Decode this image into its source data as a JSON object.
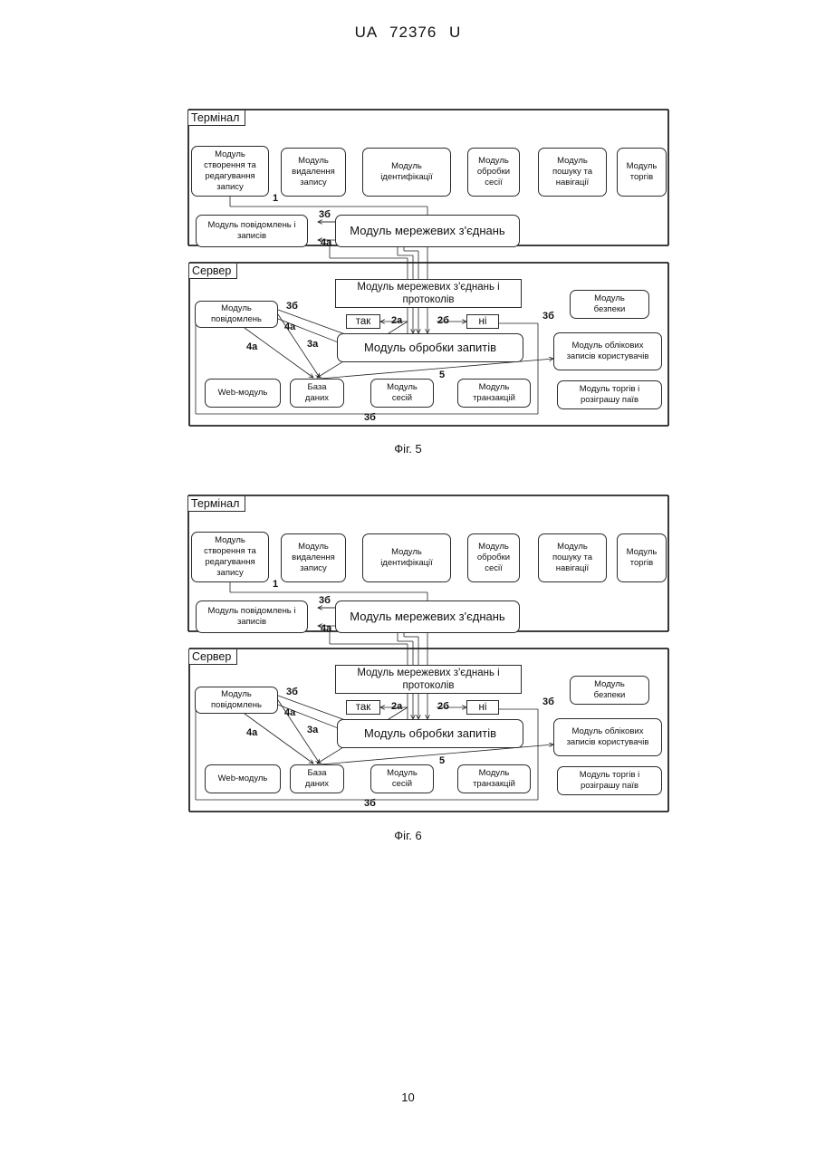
{
  "header": "UA   72376   U",
  "page_number": "10",
  "figures": [
    {
      "caption": "Фіг. 5",
      "terminal": {
        "title": "Термінал",
        "modules": [
          "Модуль\nстворення та\nредагування\nзапису",
          "Модуль\nвидалення\nзапису",
          "Модуль\nідентифікації",
          "Модуль\nобробки\nсесії",
          "Модуль\nпошуку та\nнавігації",
          "Модуль\nторгів"
        ],
        "messages_module": "Модуль повідомлень і\nзаписів",
        "network_module": "Модуль мережевих з'єднань"
      },
      "server": {
        "title": "Сервер",
        "network_protocols": "Модуль мережевих з'єднань і\nпротоколів",
        "security": "Модуль\nбезпеки",
        "messages": "Модуль\nповідомлень",
        "request_processing": "Модуль обробки запитів",
        "yes": "так",
        "no": "ні",
        "user_accounts": "Модуль облікових\nзаписів користувачів",
        "web": "Web-модуль",
        "database": "База\nданих",
        "sessions": "Модуль\nсесій",
        "transactions": "Модуль\nтранзакцій",
        "auctions": "Модуль торгів і\nрозіграшу паїв"
      },
      "arrows": {
        "a1": "1",
        "a3b_t": "3б",
        "a4a_t": "4а",
        "a3b_s": "3б",
        "a4a_s1": "4а",
        "a4a_s2": "4а",
        "a3a": "3а",
        "a2a": "2а",
        "a2b": "2б",
        "a3b_r": "3б",
        "a5": "5",
        "a3b_b": "3б"
      }
    },
    {
      "caption": "Фіг. 6",
      "terminal": {
        "title": "Термінал",
        "modules": [
          "Модуль\nстворення та\nредагування\nзапису",
          "Модуль\nвидалення\nзапису",
          "Модуль\nідентифікації",
          "Модуль\nобробки\nсесії",
          "Модуль\nпошуку та\nнавігації",
          "Модуль\nторгів"
        ],
        "messages_module": "Модуль повідомлень і\nзаписів",
        "network_module": "Модуль мережевих з'єднань"
      },
      "server": {
        "title": "Сервер",
        "network_protocols": "Модуль мережевих з'єднань і\nпротоколів",
        "security": "Модуль\nбезпеки",
        "messages": "Модуль\nповідомлень",
        "request_processing": "Модуль обробки запитів",
        "yes": "так",
        "no": "ні",
        "user_accounts": "Модуль облікових\nзаписів користувачів",
        "web": "Web-модуль",
        "database": "База\nданих",
        "sessions": "Модуль\nсесій",
        "transactions": "Модуль\nтранзакцій",
        "auctions": "Модуль торгів і\nрозіграшу паїв"
      },
      "arrows": {
        "a1": "1",
        "a3b_t": "3б",
        "a4a_t": "4а",
        "a3b_s": "3б",
        "a4a_s1": "4а",
        "a4a_s2": "4а",
        "a3a": "3а",
        "a2a": "2а",
        "a2b": "2б",
        "a3b_r": "3б",
        "a5": "5",
        "a3b_b": "3б"
      }
    }
  ]
}
